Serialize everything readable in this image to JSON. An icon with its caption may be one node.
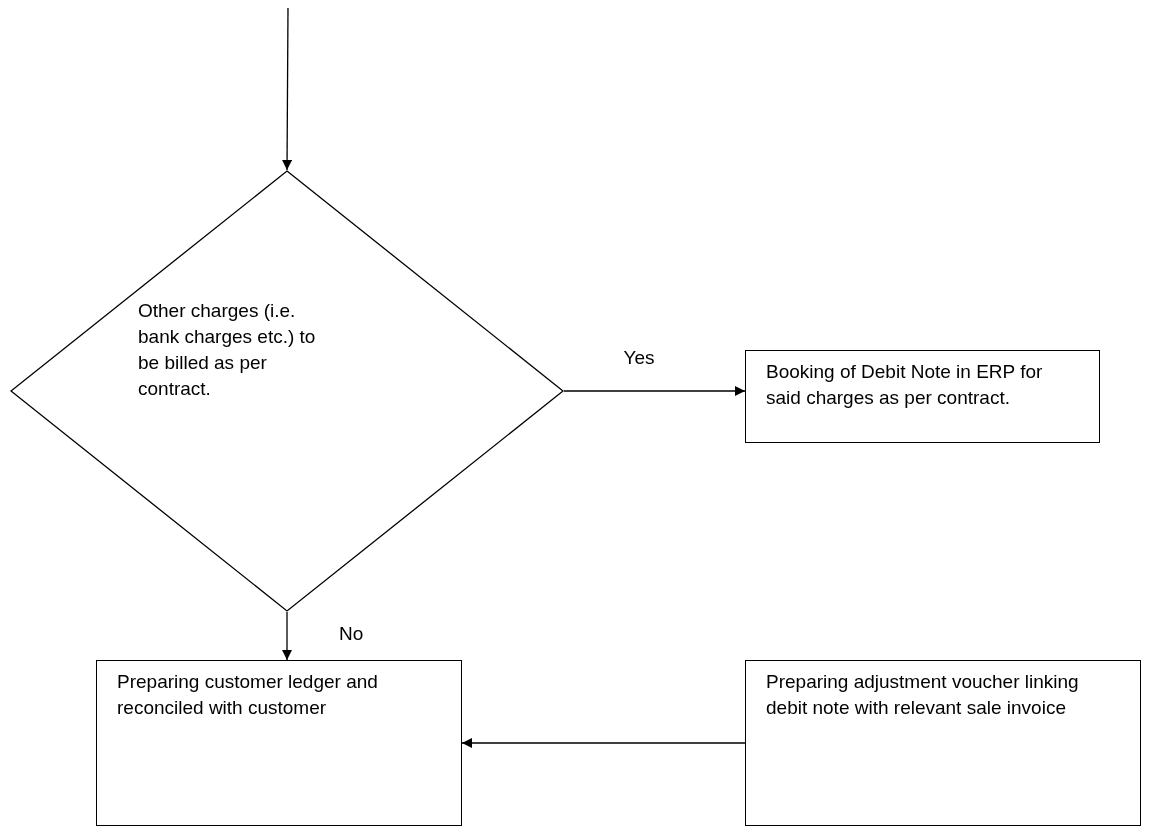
{
  "diagram": {
    "nodes": [
      {
        "text": [
          "Other charges (i.e. bank charges etc.) to be billed as per contract."
        ]
      },
      {
        "text": [
          "Booking of Debit Note in ERP for said charges as per contract."
        ]
      },
      {
        "text": [
          "Preparing customer ledger and reconciled with customer"
        ]
      },
      {
        "text": [
          "Preparing adjustment voucher linking debit note with relevant sale invoice"
        ]
      }
    ],
    "edges": [
      {
        "from": null,
        "to": 0,
        "arrow": "to"
      },
      {
        "from": 0,
        "to": 1,
        "arrow": "to",
        "label": "Yes"
      },
      {
        "from": 0,
        "to": 2,
        "arrow": "to",
        "label": "No"
      },
      {
        "from": 3,
        "to": 2,
        "arrow": "to"
      }
    ]
  }
}
